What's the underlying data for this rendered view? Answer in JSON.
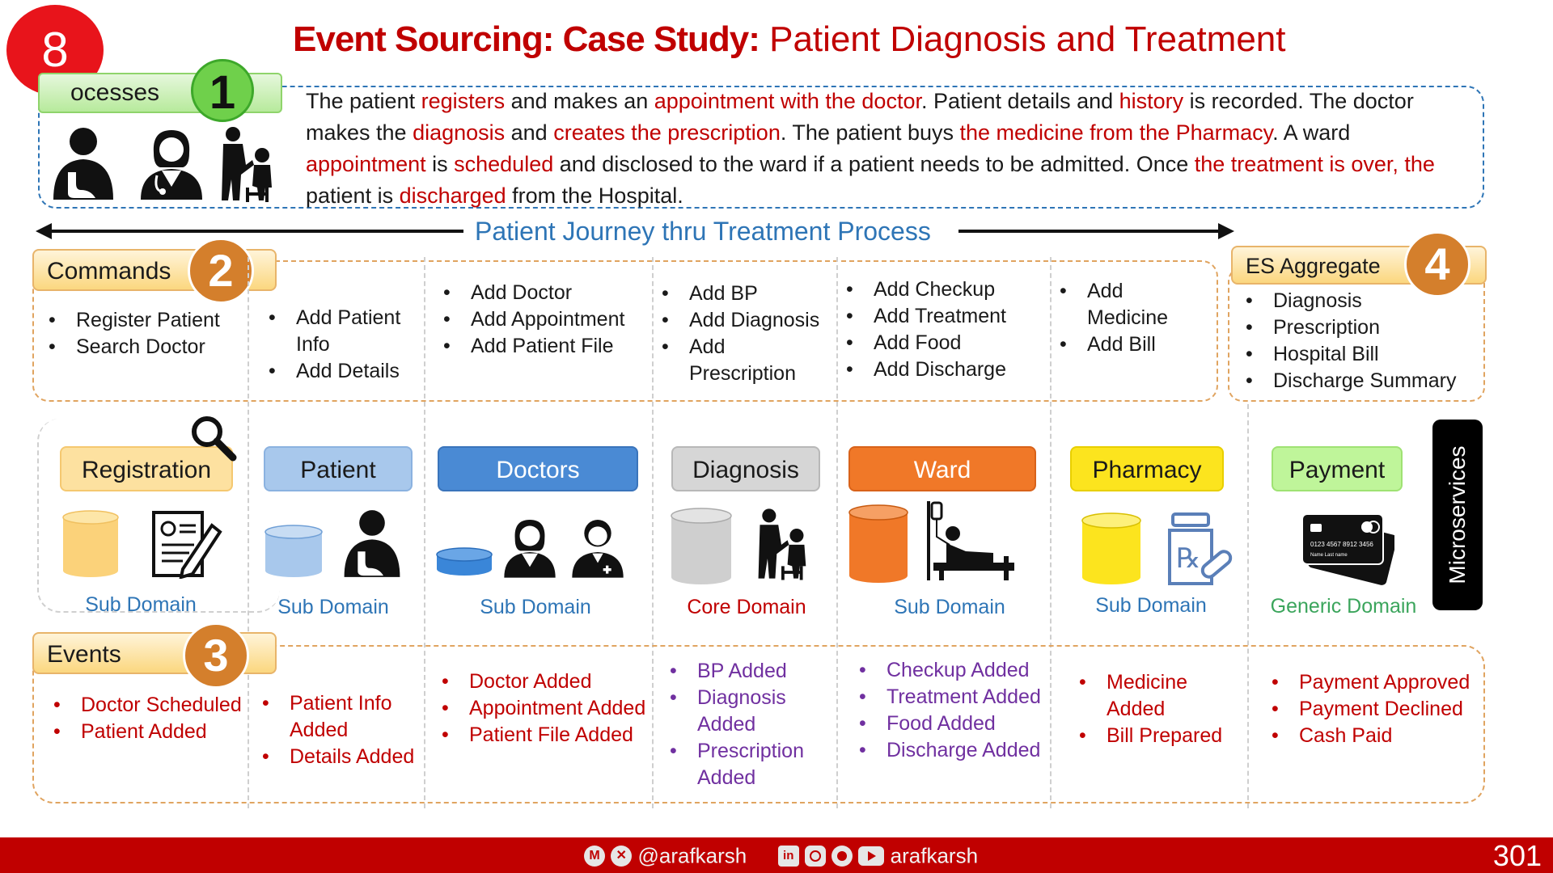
{
  "slide_number": "8",
  "title": {
    "bold": "Event Sourcing: Case Study:",
    "normal": " Patient Diagnosis and Treatment"
  },
  "processes": {
    "label": "ocesses",
    "badge": "1",
    "paragraph": [
      {
        "t": "The patient ",
        "c": "k"
      },
      {
        "t": "registers",
        "c": "r"
      },
      {
        "t": " and makes an ",
        "c": "k"
      },
      {
        "t": "appointment with the doctor",
        "c": "r"
      },
      {
        "t": ". Patient details and ",
        "c": "k"
      },
      {
        "t": "history",
        "c": "r"
      },
      {
        "t": " is recorded. The doctor makes the ",
        "c": "k"
      },
      {
        "t": "diagnosis",
        "c": "r"
      },
      {
        "t": " and ",
        "c": "k"
      },
      {
        "t": "creates the prescription",
        "c": "r"
      },
      {
        "t": ".  The patient buys ",
        "c": "k"
      },
      {
        "t": "the medicine from the Pharmacy",
        "c": "r"
      },
      {
        "t": ". A ward ",
        "c": "k"
      },
      {
        "t": "appointment",
        "c": "r"
      },
      {
        "t": " is ",
        "c": "k"
      },
      {
        "t": "scheduled",
        "c": "r"
      },
      {
        "t": " and disclosed to the ward if a patient needs to be admitted. Once ",
        "c": "k"
      },
      {
        "t": "the treatment is over, the",
        "c": "r"
      },
      {
        "t": " patient is ",
        "c": "k"
      },
      {
        "t": "discharged",
        "c": "r"
      },
      {
        "t": " from the Hospital.",
        "c": "k"
      }
    ]
  },
  "journey_label": "Patient Journey thru Treatment Process",
  "commands": {
    "label": "Commands",
    "badge": "2",
    "columns": [
      [
        "Register Patient",
        "Search Doctor"
      ],
      [
        "Add Patient Info",
        "Add Details"
      ],
      [
        "Add Doctor",
        "Add Appointment",
        "Add Patient File"
      ],
      [
        "Add BP",
        "Add Diagnosis",
        "Add Prescription"
      ],
      [
        "Add Checkup",
        "Add Treatment",
        "Add Food",
        "Add Discharge"
      ],
      [
        "Add Medicine",
        "Add Bill"
      ]
    ]
  },
  "aggregate": {
    "label": "ES Aggregate",
    "badge": "4",
    "items": [
      "Diagnosis",
      "Prescription",
      "Hospital Bill",
      "Discharge Summary"
    ]
  },
  "services": [
    {
      "name": "Registration",
      "domain": "Sub Domain"
    },
    {
      "name": "Patient",
      "domain": "Sub Domain"
    },
    {
      "name": "Doctors",
      "domain": "Sub Domain"
    },
    {
      "name": "Diagnosis",
      "domain": "Core Domain"
    },
    {
      "name": "Ward",
      "domain": "Sub Domain"
    },
    {
      "name": "Pharmacy",
      "domain": "Sub Domain"
    },
    {
      "name": "Payment",
      "domain": "Generic Domain"
    }
  ],
  "microservices_label": "Microservices",
  "card": {
    "number": "0123 4567 8912 3456",
    "name": "Name Last name"
  },
  "events": {
    "label": "Events",
    "badge": "3",
    "columns": [
      [
        "Doctor Scheduled",
        "Patient Added"
      ],
      [
        "Patient Info Added",
        "Details Added"
      ],
      [
        "Doctor Added",
        "Appointment Added",
        "Patient File Added"
      ],
      [
        "BP Added",
        "Diagnosis Added",
        "Prescription Added"
      ],
      [
        "Checkup Added",
        "Treatment Added",
        "Food Added",
        "Discharge Added"
      ],
      [
        "Medicine Added",
        "Bill Prepared"
      ],
      [
        "Payment Approved",
        "Payment Declined",
        "Cash Paid"
      ]
    ]
  },
  "footer": {
    "handle": "@arafkarsh",
    "name": "arafkarsh",
    "page": "301"
  },
  "colors": {
    "accent_red": "#c00000",
    "orange": "#d47f2c",
    "purple": "#7030a0",
    "blue": "#2e75b6",
    "green": "#3ba55c"
  }
}
